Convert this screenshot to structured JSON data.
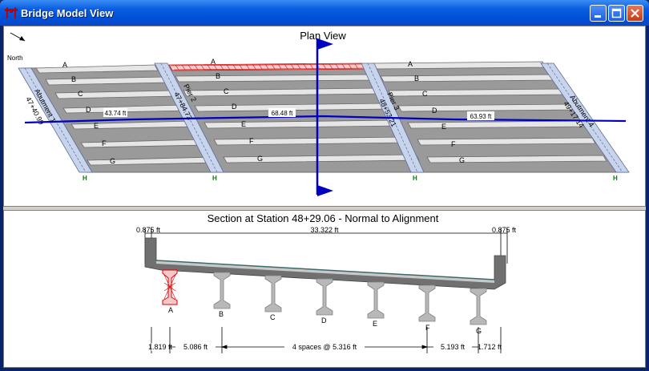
{
  "window": {
    "title": "Bridge Model View",
    "buttons": [
      "minimize",
      "maximize",
      "close"
    ]
  },
  "plan_view": {
    "title": "Plan View",
    "north_label": "North",
    "girders": [
      "A",
      "B",
      "C",
      "D",
      "E",
      "F",
      "G"
    ],
    "supports": [
      {
        "name": "Abutment 1",
        "station": "47+40.99"
      },
      {
        "name": "Pier 2",
        "station": "47+84.73"
      },
      {
        "name": "Pier 3",
        "station": "48+53.21"
      },
      {
        "name": "Abutment 4",
        "station": "49+17.14"
      }
    ],
    "span_lengths": [
      "43.74 ft",
      "68.48 ft",
      "63.93 ft"
    ],
    "bearing_symbol": "H",
    "colors": {
      "deck": "#9a9a9a",
      "girder": "#e6e6e6",
      "alignment": "#0000c0",
      "selected": "#e00000",
      "support": "#b8c8e8"
    }
  },
  "section_view": {
    "title": "Section at Station 48+29.06 - Normal to Alignment",
    "top_dims": {
      "left_overhang": "0.875 ft",
      "width": "33.322 ft",
      "right_overhang": "0.875 ft"
    },
    "girders": [
      "A",
      "B",
      "C",
      "D",
      "E",
      "F",
      "G"
    ],
    "bottom_dims": [
      "1.819 ft",
      "5.086 ft",
      "4 spaces @ 5.316 ft",
      "5.193 ft",
      "1.712 ft"
    ]
  }
}
